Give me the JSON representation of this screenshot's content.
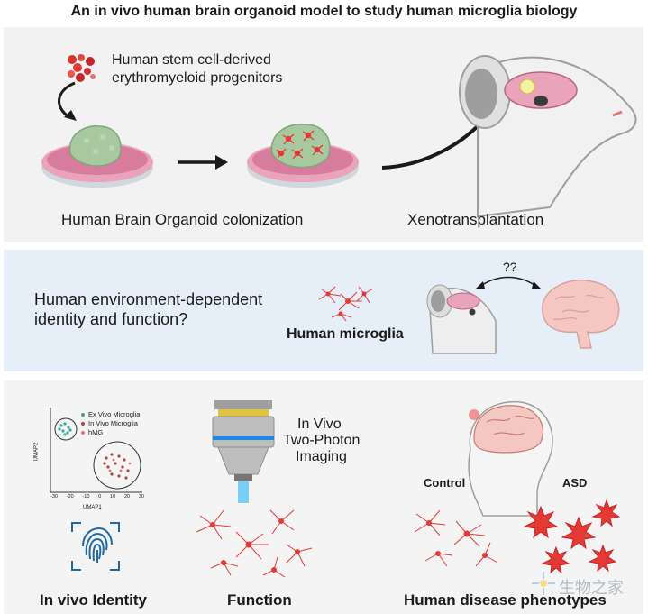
{
  "title": "An in vivo human brain organoid model to study human microglia biology",
  "panel1": {
    "progenitors_line1": "Human stem cell-derived",
    "progenitors_line2": "erythromyeloid progenitors",
    "colonization": "Human Brain Organoid colonization",
    "xenotransplantation": "Xenotransplantation"
  },
  "panel2": {
    "question_line1": "Human environment-dependent",
    "question_line2": "identity and function?",
    "microglia": "Human microglia",
    "unknown": "??"
  },
  "panel3": {
    "umap_legend": [
      "Ex Vivo Microglia",
      "In Vivo Microglia",
      "hMG"
    ],
    "umap_xlabel": "UMAP1",
    "umap_ylabel": "UMAP2",
    "umap_xticks": [
      "-30",
      "-20",
      "-10",
      "0",
      "10",
      "20",
      "30"
    ],
    "imaging_line1": "In Vivo",
    "imaging_line2": "Two-Photon",
    "imaging_line3": "Imaging",
    "control": "Control",
    "asd": "ASD",
    "identity": "In vivo Identity",
    "function": "Function",
    "disease": "Human disease phenotypes",
    "watermark": "生物之家"
  },
  "colors": {
    "ex_vivo": "#3aa59a",
    "in_vivo": "#a94a3c",
    "hmg": "#c0392b",
    "microglia_red": "#e53935",
    "dish_pink": "#d98aa5",
    "organoid_green": "#a8c9a0",
    "arrow": "#1a1a1a"
  }
}
